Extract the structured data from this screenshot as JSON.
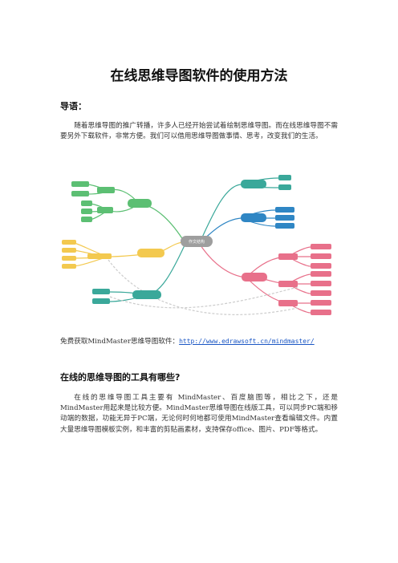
{
  "doc": {
    "title": "在线思维导图软件的使用方法",
    "intro_heading": "导语：",
    "intro_text": "随着思维导图的推广转播，许多人已经开始尝试着绘制思维导图。而在线思维导图不需要另外下载软件，非常方便。我们可以借用思维导图做事情、思考，改变我们的生活。",
    "free_label": "免费获取MindMaster思维导图软件：",
    "free_link": "http://www.edrawsoft.cn/mindmaster/",
    "section_heading": "在线的思维导图的工具有哪些?",
    "section_text": "在线的思维导图工具主要有 MindMaster、百度脑图等，相比之下，还是MindMaster用起来是比较方便。MindMaster思维导图在线版工具，可以同步PC端和移动端的数据，功能无异于PC端，无论何时何地都可使用MindMaster查看编辑文件。内置大量思维导图模板实例，和丰富的剪贴画素材，支持保存office、图片、PDF等格式。"
  },
  "mindmap": {
    "center": "作文结构",
    "colors": {
      "center": "#9e9e9e",
      "teal": "#3aa89a",
      "blue": "#2f86c4",
      "pink": "#e8708a",
      "yellow": "#f3c94f",
      "green": "#5cbf73"
    }
  }
}
